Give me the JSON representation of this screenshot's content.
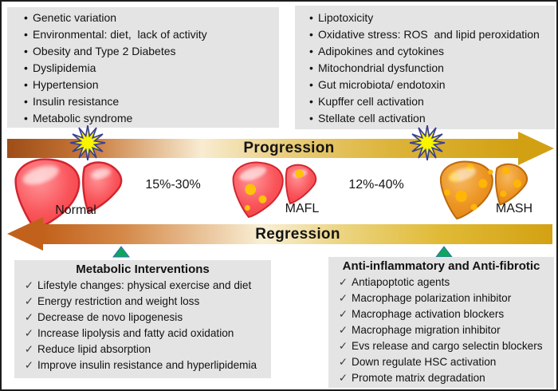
{
  "glyphs": {
    "bullet": "•",
    "check": "✓"
  },
  "risk_factors_box": {
    "items": [
      "Genetic variation",
      "Environmental: diet,  lack of activity",
      "Obesity and Type 2 Diabetes",
      "Dyslipidemia",
      "Hypertension",
      "Insulin resistance",
      "Metabolic syndrome"
    ]
  },
  "progression_factors_box": {
    "items": [
      "Lipotoxicity",
      "Oxidative stress: ROS  and lipid peroxidation",
      "Adipokines and cytokines",
      "Mitochondrial dysfunction",
      "Gut microbiota/ endotoxin",
      "Kupffer cell activation",
      "Stellate cell activation"
    ]
  },
  "progression_arrow": {
    "label": "Progression"
  },
  "regression_arrow": {
    "label": "Regression"
  },
  "stages": {
    "normal": {
      "label": "Normal"
    },
    "mafl": {
      "label": "MAFL"
    },
    "mash": {
      "label": "MASH"
    }
  },
  "transitions": {
    "normal_to_mafl": "15%-30%",
    "mafl_to_mash": "12%-40%"
  },
  "metabolic_box": {
    "title": "Metabolic Interventions",
    "items": [
      "Lifestyle changes: physical exercise and diet",
      "Energy restriction and weight loss",
      "Decrease de novo lipogenesis",
      "Increase lipolysis and fatty acid oxidation",
      "Reduce lipid absorption",
      "Improve insulin resistance and hyperlipidemia"
    ]
  },
  "antiinflammatory_box": {
    "title": "Anti-inflammatory and Anti-fibrotic",
    "items": [
      "Antiapoptotic agents",
      "Macrophage polarization inhibitor",
      "Macrophage activation blockers",
      "Macrophage migration inhibitor",
      "Evs release and cargo selectin blockers",
      "Down regulate HSC activation",
      "Promote matrix degradation"
    ]
  },
  "colors": {
    "box_bg": "#e4e4e4",
    "arrow_dark_left": "#9d4d16",
    "arrow_cream": "#f8ecd2",
    "arrow_gold": "#d2a013",
    "regression_head": "#c2611c",
    "star_yellow": "#f9f400",
    "star_outline": "#3a3f96",
    "triangle_green": "#0fa55f",
    "liver_red": "#f6464e",
    "liver_orange": "#e88c14",
    "spot_yellow": "#ffbe0a"
  }
}
